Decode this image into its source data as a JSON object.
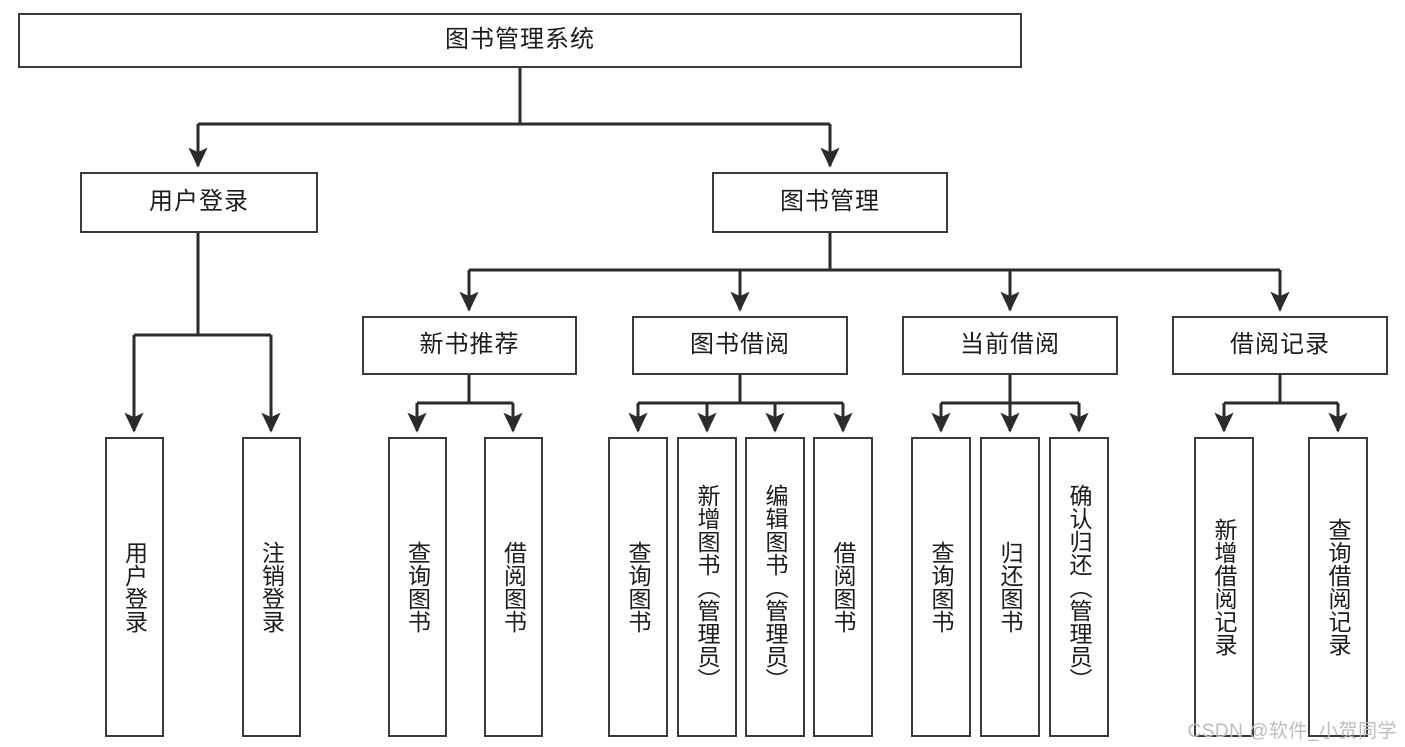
{
  "diagram": {
    "title": "图书管理系统",
    "watermark": "CSDN @软件_小贺同学",
    "colors": {
      "box_border": "#3a3a3a",
      "box_fill": "#ffffff",
      "connector": "#2b2b2b",
      "text": "#1c1c1c",
      "watermark": "#bdbdbd"
    },
    "root": {
      "label": "图书管理系统"
    },
    "level2": [
      {
        "label": "用户登录"
      },
      {
        "label": "图书管理"
      }
    ],
    "level3": [
      {
        "label": "新书推荐"
      },
      {
        "label": "图书借阅"
      },
      {
        "label": "当前借阅"
      },
      {
        "label": "借阅记录"
      }
    ],
    "leaves": {
      "user_login": [
        {
          "label": "用户登录"
        },
        {
          "label": "注销登录"
        }
      ],
      "new_book_recommend": [
        {
          "label": "查询图书"
        },
        {
          "label": "借阅图书"
        }
      ],
      "book_borrow": [
        {
          "label": "查询图书"
        },
        {
          "label": "新增图书（管理员）"
        },
        {
          "label": "编辑图书（管理员）"
        },
        {
          "label": "借阅图书"
        }
      ],
      "current_borrow": [
        {
          "label": "查询图书"
        },
        {
          "label": "归还图书"
        },
        {
          "label": "确认归还（管理员）"
        }
      ],
      "borrow_record": [
        {
          "label": "新增借阅记录"
        },
        {
          "label": "查询借阅记录"
        }
      ]
    }
  }
}
